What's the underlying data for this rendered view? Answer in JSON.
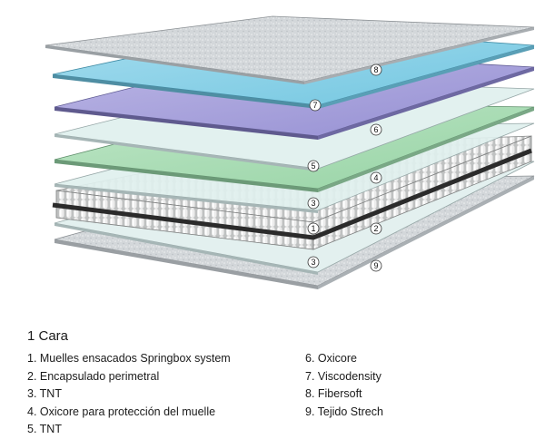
{
  "diagram": {
    "layer_colors": {
      "fibersoft": "#d6dadc",
      "viscodensity": "#8fd3e8",
      "oxicore_top": "#a9a4dc",
      "tnt": "#d9ece9",
      "oxicore_green": "#a8dcb4",
      "tejido": "#dfe3e6",
      "springs": "#c9cbcb",
      "band": "#2b2b2b"
    },
    "callouts": [
      "8",
      "7",
      "6",
      "5",
      "4",
      "3",
      "1",
      "2",
      "3",
      "9"
    ]
  },
  "legend": {
    "title": "1 Cara",
    "left": [
      "1. Muelles ensacados Springbox system",
      "2. Encapsulado perimetral",
      "3. TNT",
      "4. Oxicore para protección del muelle",
      "5. TNT"
    ],
    "right": [
      "6. Oxicore",
      "7. Viscodensity",
      "8. Fibersoft",
      "9. Tejido Strech"
    ]
  }
}
